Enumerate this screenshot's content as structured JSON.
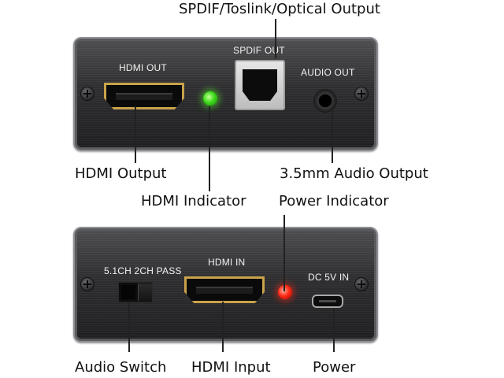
{
  "callouts": {
    "spdif_output": "SPDIF/Toslink/Optical Output",
    "hdmi_output": "HDMI Output",
    "hdmi_indicator": "HDMI Indicator",
    "audio_output": "3.5mm Audio Output",
    "power_indicator": "Power Indicator",
    "audio_switch": "Audio Switch",
    "hdmi_input": "HDMI Input",
    "power": "Power"
  },
  "panel_labels": {
    "hdmi_out": "HDMI OUT",
    "spdif_out": "SPDIF OUT",
    "audio_out": "AUDIO OUT",
    "switch": "5.1CH 2CH PASS",
    "hdmi_in": "HDMI IN",
    "dc_in": "DC 5V IN"
  },
  "colors": {
    "hdmi_led": "#3ddc1a",
    "power_led": "#ff2a16",
    "port_trim": "#c9a24a"
  }
}
